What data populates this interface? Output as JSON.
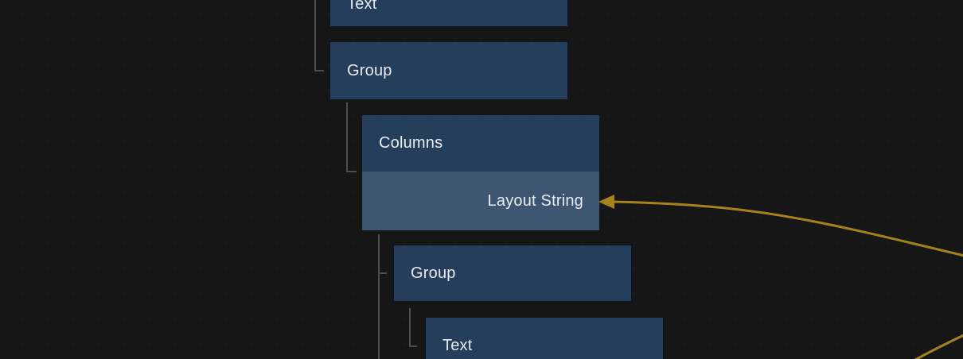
{
  "view": {
    "name": "node-tree-canvas",
    "colors": {
      "background": "#161616",
      "node_fill": "#243e5b",
      "port_fill": "#3e5572",
      "node_text": "#e9ebee",
      "tree_connector": "#4d4d4d",
      "wire": "#a6821f"
    }
  },
  "tree": {
    "nodes": [
      {
        "label": "Text"
      },
      {
        "label": "Group"
      },
      {
        "label": "Columns",
        "input_port": "Layout String"
      },
      {
        "label": "Group"
      },
      {
        "label": "Text"
      }
    ]
  },
  "connection": {
    "target_port": "Layout String",
    "color": "#a6821f",
    "direction": "arrow-pointing-left-into-port"
  }
}
